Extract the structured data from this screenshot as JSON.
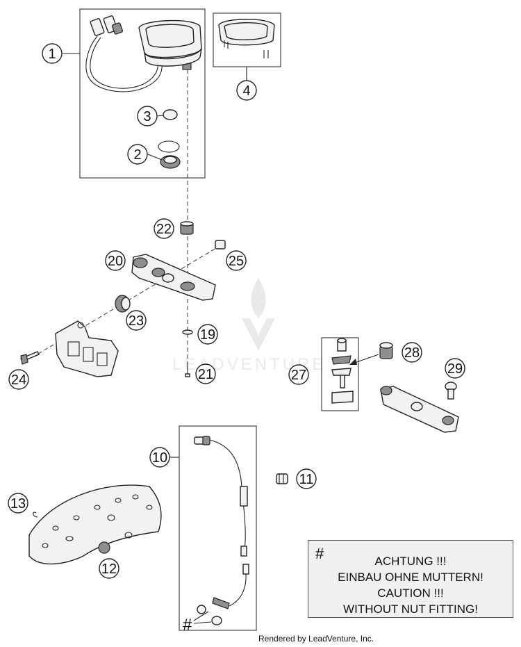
{
  "callouts": {
    "c1": "1",
    "c2": "2",
    "c3": "3",
    "c4": "4",
    "c10": "10",
    "c11": "11",
    "c12": "12",
    "c13": "13",
    "c19": "19",
    "c20": "20",
    "c21": "21",
    "c22": "22",
    "c23": "23",
    "c24": "24",
    "c25": "25",
    "c27": "27",
    "c28": "28",
    "c29": "29"
  },
  "markers": {
    "hash": "#"
  },
  "caution": {
    "hash": "#",
    "lines": [
      "ACHTUNG !!!",
      "EINBAU OHNE MUTTERN!",
      "CAUTION !!!",
      "WITHOUT NUT FITTING!"
    ]
  },
  "footer": {
    "text": "Rendered by LeadVenture, Inc."
  },
  "watermark": {
    "text": "LEADVENTURE"
  }
}
